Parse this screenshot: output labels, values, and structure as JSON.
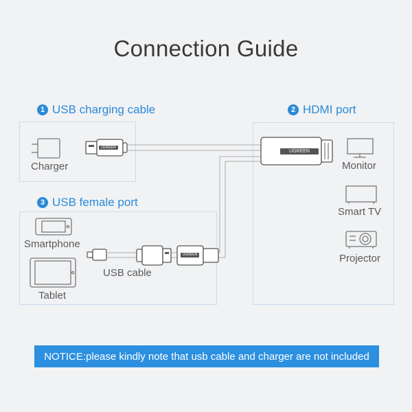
{
  "title": "Connection Guide",
  "sections": {
    "usb_charging": {
      "number": "1",
      "label": "USB charging cable"
    },
    "hdmi": {
      "number": "2",
      "label": "HDMI port"
    },
    "usb_female": {
      "number": "3",
      "label": "USB female port"
    }
  },
  "devices": {
    "charger": "Charger",
    "monitor": "Monitor",
    "smart_tv": "Smart TV",
    "projector": "Projector",
    "smartphone": "Smartphone",
    "tablet": "Tablet",
    "usb_cable": "USB cable"
  },
  "brand": "UGREEN",
  "notice": "NOTICE:please kindly note that usb cable and charger are not included",
  "colors": {
    "accent": "#2a8ad8",
    "box_border": "#c9dbec",
    "cable": "#b5b5b5",
    "notice_bg": "#2c8fe0"
  }
}
